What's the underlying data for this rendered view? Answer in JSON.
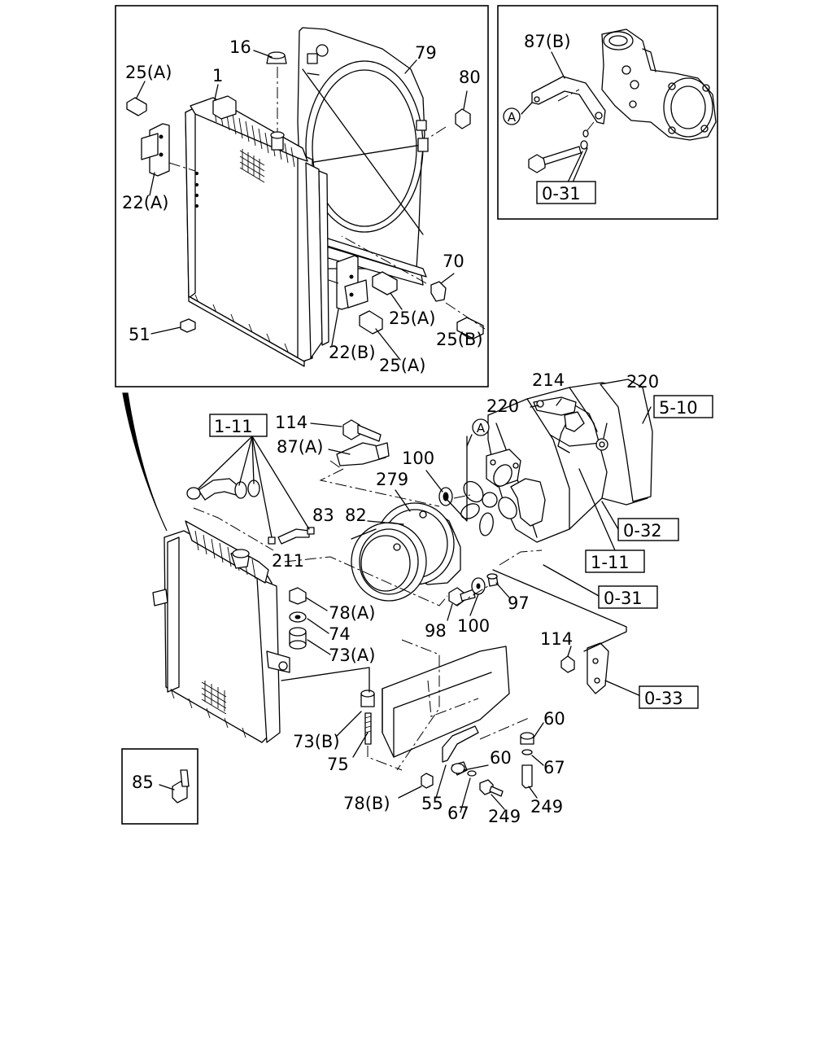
{
  "labels": {
    "l16": "16",
    "l79": "79",
    "l25a_1": "25(A)",
    "l1": "1",
    "l80": "80",
    "l22a": "22(A)",
    "l70": "70",
    "l25a_2": "25(A)",
    "l51": "51",
    "l25b_1": "25(B)",
    "l22b": "22(B)",
    "l25a_3": "25(A)",
    "l87b": "87(B)",
    "l214": "214",
    "l220_1": "220",
    "l220_2": "220",
    "l114_1": "114",
    "l87a": "87(A)",
    "l100_1": "100",
    "l279": "279",
    "l83": "83",
    "l82": "82",
    "l211": "211",
    "l78a": "78(A)",
    "l74": "74",
    "l73a": "73(A)",
    "l98": "98",
    "l100_2": "100",
    "l97": "97",
    "l114_2": "114",
    "l73b": "73(B)",
    "l75": "75",
    "l60_1": "60",
    "l60_2": "60",
    "l67_1": "67",
    "l67_2": "67",
    "l78b": "78(B)",
    "l55": "55",
    "l249_1": "249",
    "l249_2": "249",
    "l85": "85"
  },
  "refs": {
    "r031_top": "0-31",
    "r510": "5-10",
    "r111_left": "1-11",
    "r032": "0-32",
    "r111_right": "1-11",
    "r031_mid": "0-31",
    "r033": "0-33"
  },
  "markers": {
    "a_top": "A",
    "a_mid": "A"
  }
}
